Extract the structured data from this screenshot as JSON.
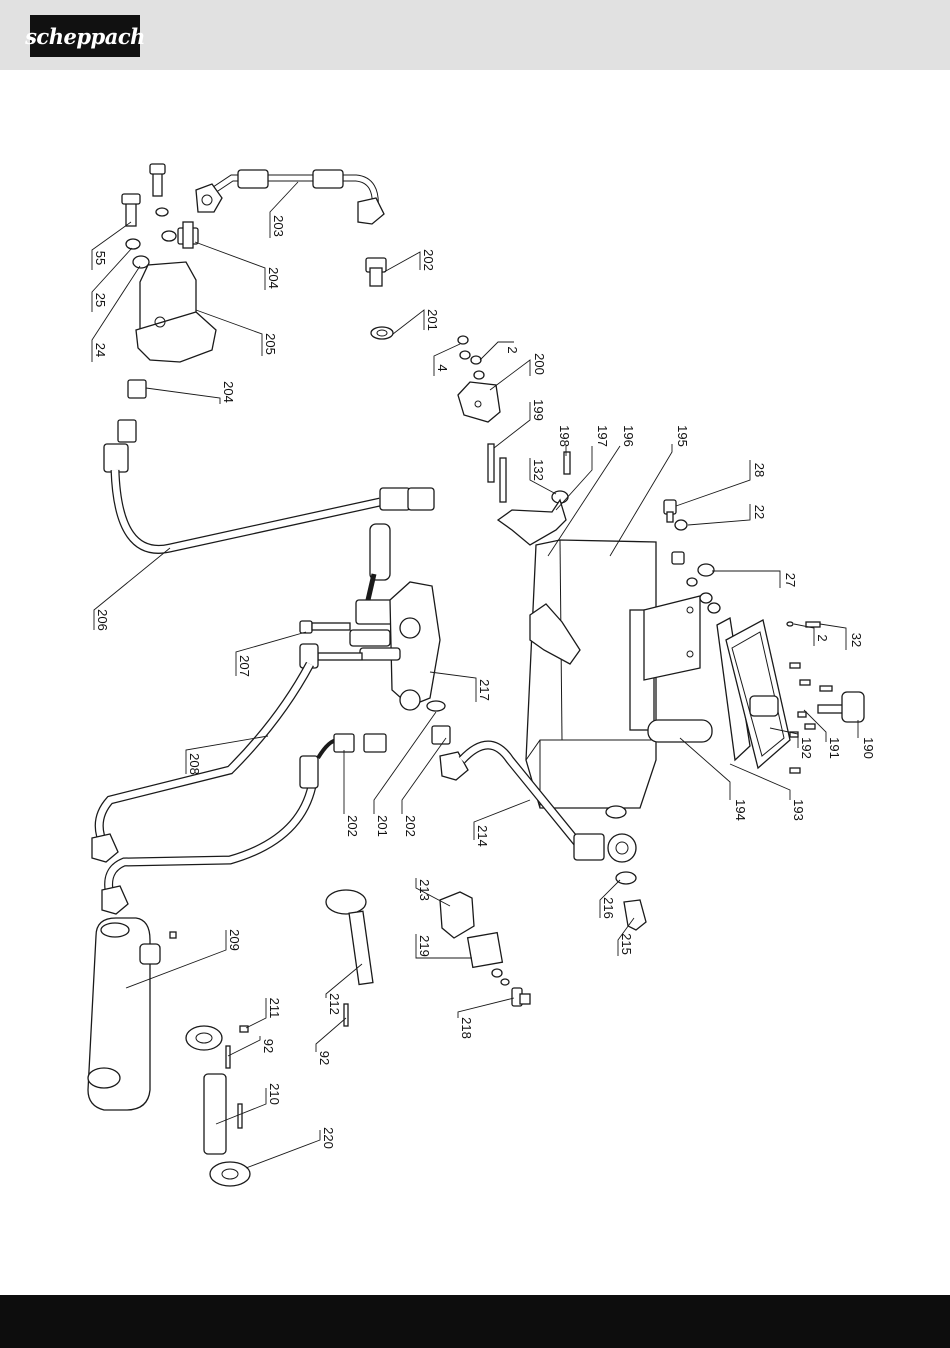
{
  "brand": {
    "logo_text": "scheppach"
  },
  "colors": {
    "header_band": "#e1e1e1",
    "footer_band": "#0d0d0d",
    "logo_bg": "#111111",
    "line": "#1a1a1a"
  },
  "parts": [
    {
      "id": "p203",
      "number": "203"
    },
    {
      "id": "p204a",
      "number": "204"
    },
    {
      "id": "p55",
      "number": "55"
    },
    {
      "id": "p25",
      "number": "25"
    },
    {
      "id": "p24",
      "number": "24"
    },
    {
      "id": "p205",
      "number": "205"
    },
    {
      "id": "p202a",
      "number": "202"
    },
    {
      "id": "p201a",
      "number": "201"
    },
    {
      "id": "p4",
      "number": "4"
    },
    {
      "id": "p2a",
      "number": "2"
    },
    {
      "id": "p200",
      "number": "200"
    },
    {
      "id": "p204b",
      "number": "204"
    },
    {
      "id": "p199",
      "number": "199"
    },
    {
      "id": "p198",
      "number": "198"
    },
    {
      "id": "p197",
      "number": "197"
    },
    {
      "id": "p196",
      "number": "196"
    },
    {
      "id": "p195",
      "number": "195"
    },
    {
      "id": "p132",
      "number": "132"
    },
    {
      "id": "p28",
      "number": "28"
    },
    {
      "id": "p22",
      "number": "22"
    },
    {
      "id": "p27",
      "number": "27"
    },
    {
      "id": "p206",
      "number": "206"
    },
    {
      "id": "p2b",
      "number": "2"
    },
    {
      "id": "p32",
      "number": "32"
    },
    {
      "id": "p207",
      "number": "207"
    },
    {
      "id": "p217",
      "number": "217"
    },
    {
      "id": "p190",
      "number": "190"
    },
    {
      "id": "p191",
      "number": "191"
    },
    {
      "id": "p192",
      "number": "192"
    },
    {
      "id": "p208",
      "number": "208"
    },
    {
      "id": "p194",
      "number": "194"
    },
    {
      "id": "p193",
      "number": "193"
    },
    {
      "id": "p202b",
      "number": "202"
    },
    {
      "id": "p201b",
      "number": "201"
    },
    {
      "id": "p202c",
      "number": "202"
    },
    {
      "id": "p214",
      "number": "214"
    },
    {
      "id": "p213",
      "number": "213"
    },
    {
      "id": "p216",
      "number": "216"
    },
    {
      "id": "p215",
      "number": "215"
    },
    {
      "id": "p209",
      "number": "209"
    },
    {
      "id": "p219",
      "number": "219"
    },
    {
      "id": "p211",
      "number": "211"
    },
    {
      "id": "p92a",
      "number": "92"
    },
    {
      "id": "p212",
      "number": "212"
    },
    {
      "id": "p92b",
      "number": "92"
    },
    {
      "id": "p218",
      "number": "218"
    },
    {
      "id": "p210",
      "number": "210"
    },
    {
      "id": "p220",
      "number": "220"
    }
  ]
}
